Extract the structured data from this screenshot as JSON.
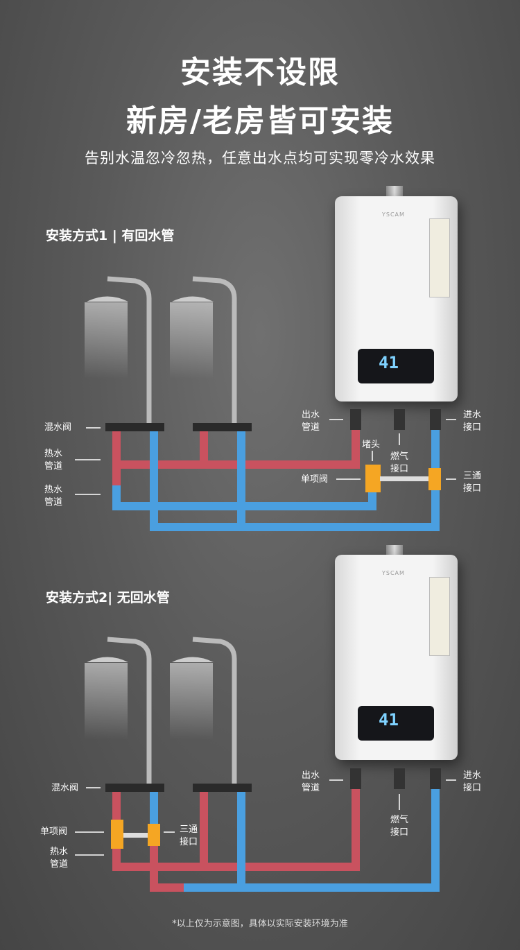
{
  "header": {
    "title_line1": "安装不设限",
    "title_line2": "新房/老房皆可安装",
    "subtitle": "告别水温忽冷忽热，任意出水点均可实现零冷水效果"
  },
  "section1": {
    "title": "安装方式1 | 有回水管",
    "labels": {
      "mix_valve": "混水阀",
      "hot_pipe_a_1": "热水",
      "hot_pipe_a_2": "管道",
      "hot_pipe_b_1": "热水",
      "hot_pipe_b_2": "管道",
      "outlet_1": "出水",
      "outlet_2": "管道",
      "inlet_1": "进水",
      "inlet_2": "接口",
      "plug": "堵头",
      "gas_1": "燃气",
      "gas_2": "接口",
      "check_valve": "单项阀",
      "tee_1": "三通",
      "tee_2": "接口"
    },
    "heater": {
      "brand": "YSCAM",
      "display": "41"
    }
  },
  "section2": {
    "title": "安装方式2| 无回水管",
    "labels": {
      "mix_valve": "混水阀",
      "outlet_1": "出水",
      "outlet_2": "管道",
      "inlet_1": "进水",
      "inlet_2": "接口",
      "gas_1": "燃气",
      "gas_2": "接口",
      "check_valve": "单项阀",
      "tee_1": "三通",
      "tee_2": "接口",
      "hot_pipe_1": "热水",
      "hot_pipe_2": "管道"
    },
    "heater": {
      "brand": "YSCAM",
      "display": "41"
    }
  },
  "colors": {
    "hot": "#c9525f",
    "cold": "#4a9fe0",
    "fitting": "#f5a623"
  },
  "footnote": "*以上仅为示意图，具体以实际安装环境为准"
}
